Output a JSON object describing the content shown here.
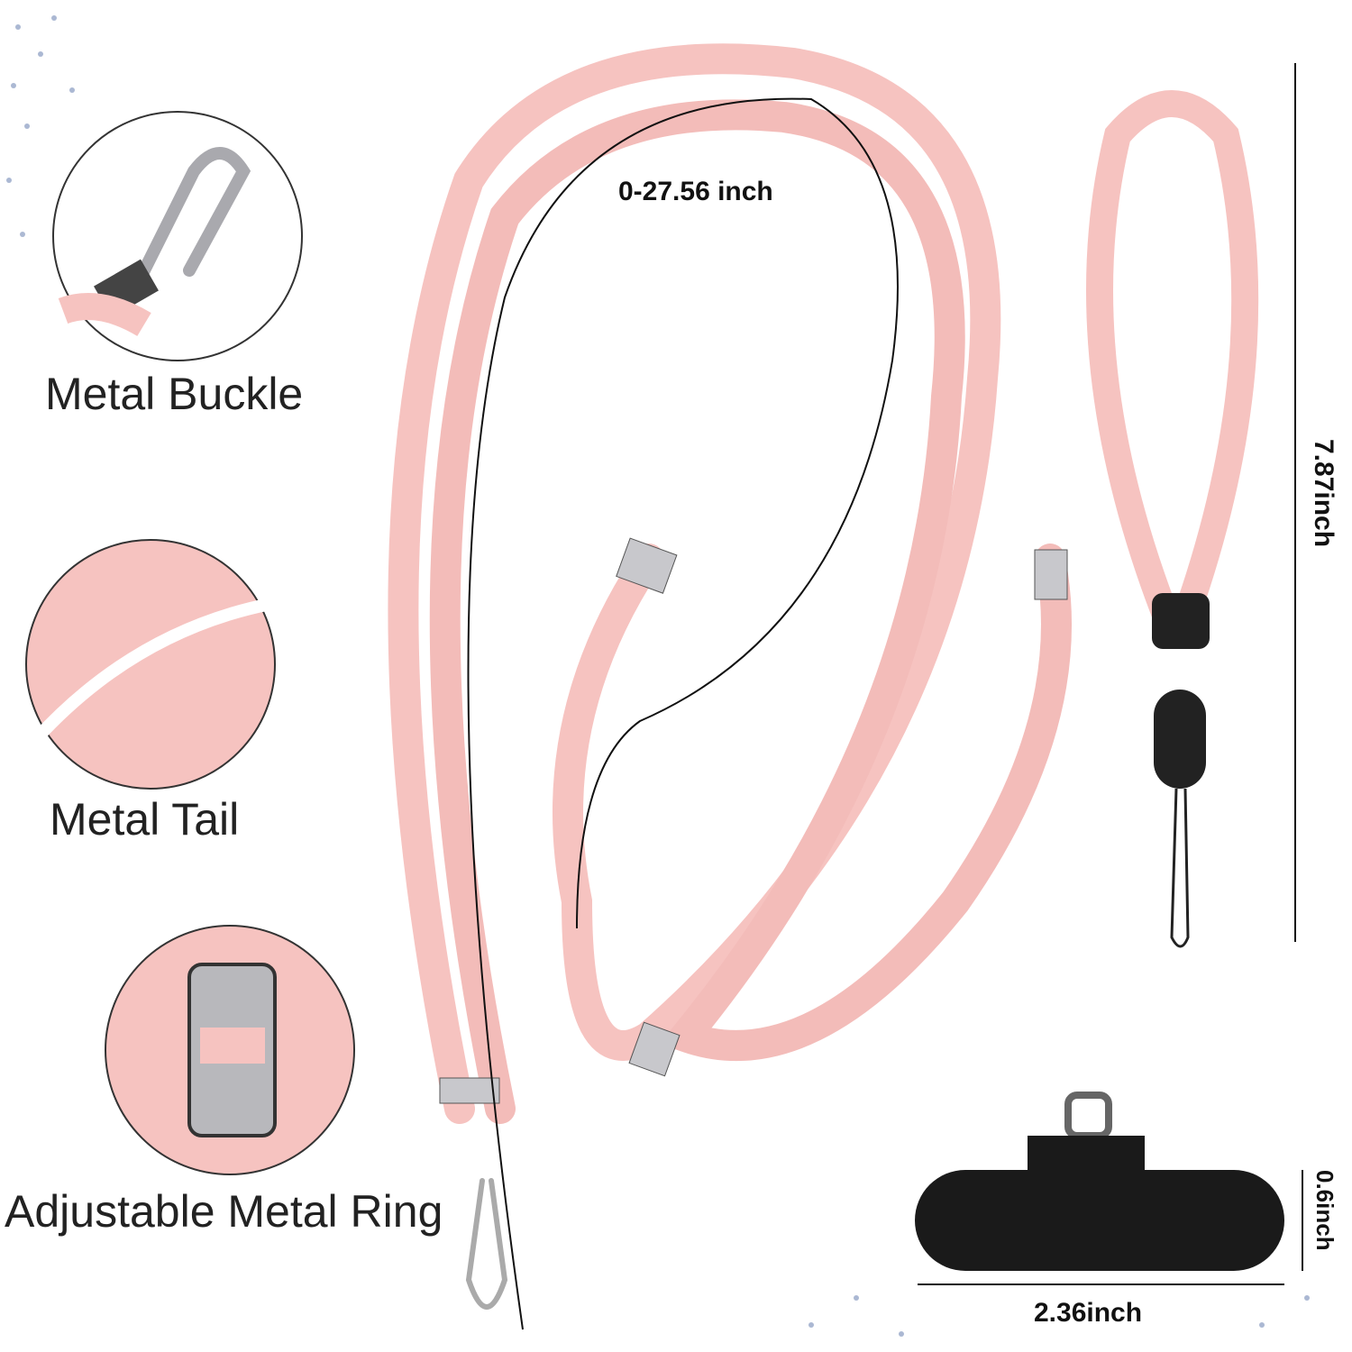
{
  "features": [
    {
      "label": "Metal Buckle"
    },
    {
      "label": "Metal Tail"
    },
    {
      "label": "Adjustable Metal Ring"
    }
  ],
  "dimensions": {
    "lanyard_length": "0-27.56 inch",
    "wrist_strap_length": "7.87inch",
    "patch_height": "0.6inch",
    "patch_width": "2.36inch"
  },
  "colors": {
    "cord": "#f6c3c0",
    "cord_shadow": "#e8a9a6",
    "patch": "#1a1a1a",
    "metal": "#c8c8cc",
    "dots": "#5a74a8"
  }
}
